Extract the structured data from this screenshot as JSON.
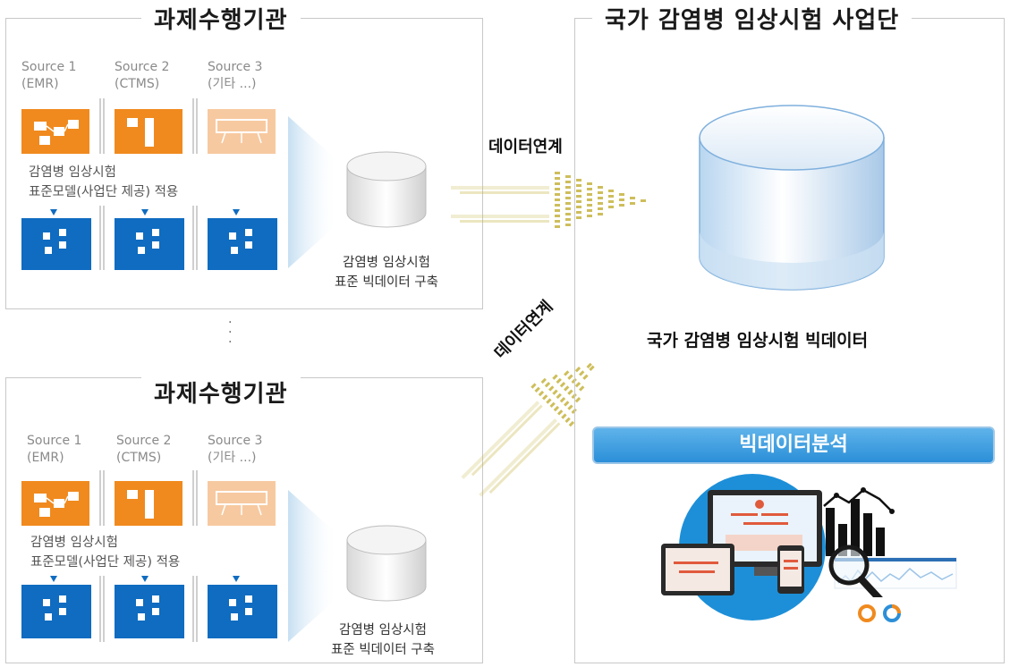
{
  "institution_top": {
    "title": "과제수행기관",
    "sources": [
      {
        "name": "Source 1",
        "sub": "(EMR)"
      },
      {
        "name": "Source 2",
        "sub": "(CTMS)"
      },
      {
        "name": "Source 3",
        "sub": "(기타 ...)"
      }
    ],
    "std_model": "감염병 임상시험\n표준모델(사업단 제공) 적용",
    "db_label": "감염병 임상시험\n표준 빅데이터 구축"
  },
  "institution_bottom": {
    "title": "과제수행기관",
    "sources": [
      {
        "name": "Source 1",
        "sub": "(EMR)"
      },
      {
        "name": "Source 2",
        "sub": "(CTMS)"
      },
      {
        "name": "Source 3",
        "sub": "(기타 ...)"
      }
    ],
    "std_model": "감염병 임상시험\n표준모델(사업단 제공) 적용",
    "db_label": "감염병 임상시험\n표준 빅데이터 구축"
  },
  "ellipsis": ".\n.\n.",
  "flow": {
    "label_top": "데이터연계",
    "label_diag": "데이터연계"
  },
  "center": {
    "title": "국가 감염병 임상시험 사업단",
    "bigdata_label": "국가 감염병 임상시험 빅데이터",
    "analysis_label": "빅데이터분석"
  },
  "colors": {
    "orange": "#f08a1e",
    "orange_light": "#f7c9a0",
    "blue": "#0f6cc0",
    "arrow": "#c9b84a"
  }
}
